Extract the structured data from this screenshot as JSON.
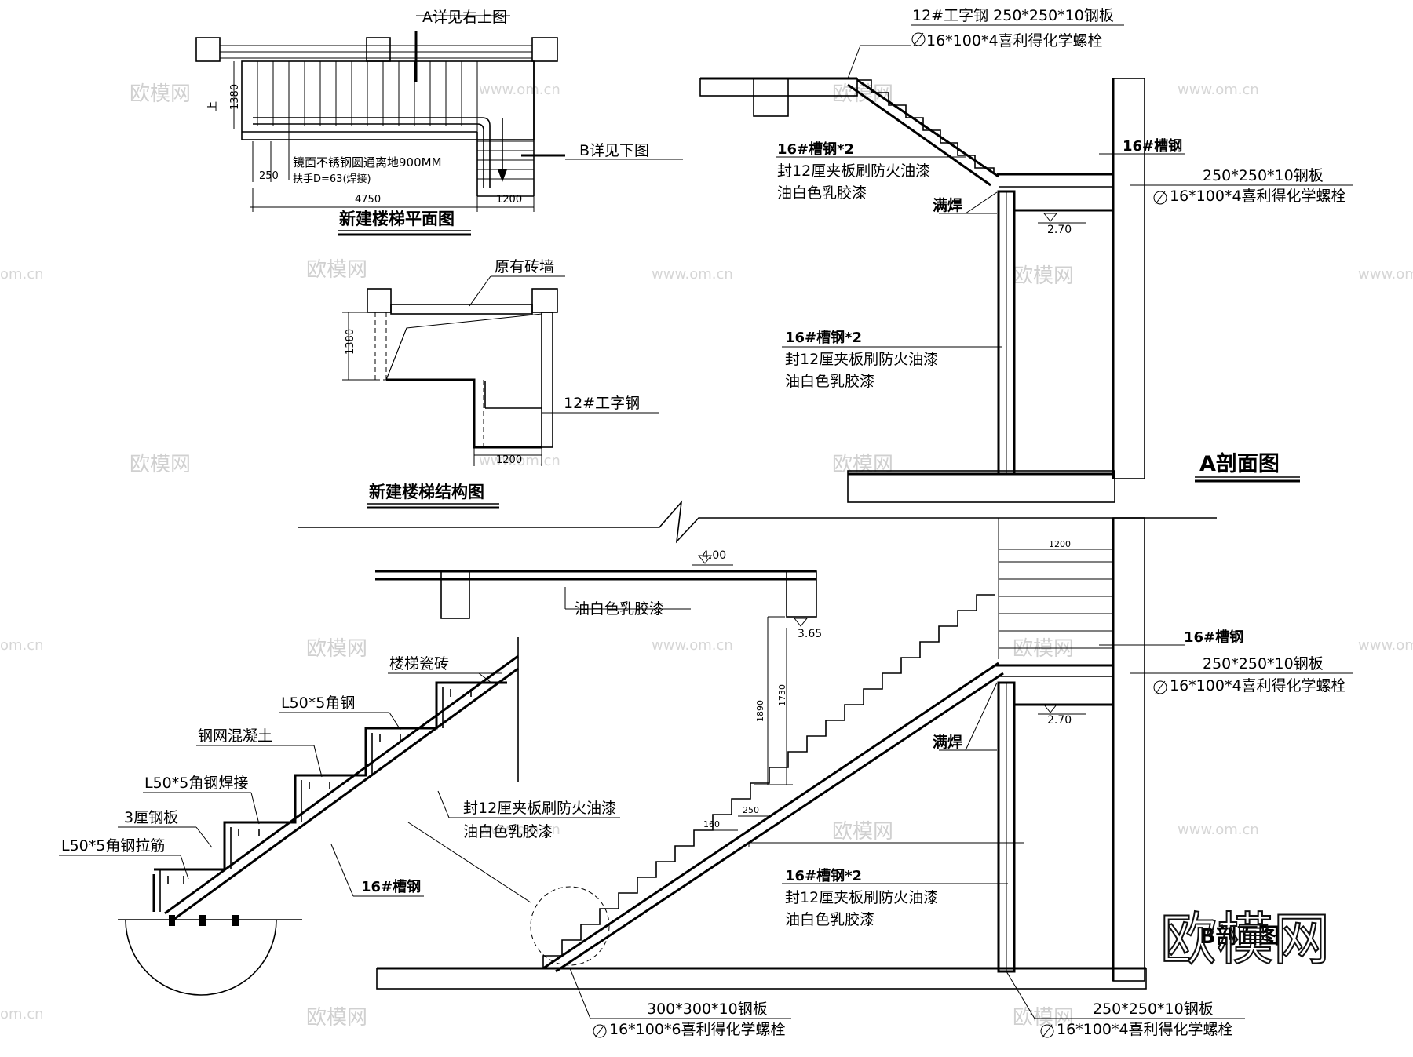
{
  "labels": {
    "plan_detail_a": "A详见右上图",
    "plan_detail_b": "B详见下图",
    "plan_dim_1380": "1380",
    "plan_up": "上",
    "plan_handrail_1": "镜面不锈钢圆通离地900MM",
    "plan_handrail_2": "扶手D=63(焊接)",
    "plan_dim_250": "250",
    "plan_dim_4750": "4750",
    "plan_dim_1200": "1200",
    "plan_title": "新建楼梯平面图",
    "struct_brick": "原有砖墙",
    "struct_dim_1380": "1380",
    "struct_ibeam": "12#工字钢",
    "struct_dim_1200": "1200",
    "struct_title": "新建楼梯结构图",
    "a_top_1": "12#工字钢 250*250*10钢板",
    "a_top_2": "16*100*4喜利得化学螺栓",
    "a_ch_1": "16#槽钢*2",
    "a_ch_2": "封12厘夹板刷防火油漆",
    "a_ch_3": "油白色乳胶漆",
    "a_ch16": "16#槽钢",
    "a_plate": "250*250*10钢板",
    "a_bolt": "16*100*4喜利得化学螺栓",
    "a_weld": "满焊",
    "a_elev": "2.70",
    "a_col_1": "16#槽钢*2",
    "a_col_2": "封12厘夹板刷防火油漆",
    "a_col_3": "油白色乳胶漆",
    "a_title": "A剖面图",
    "b_elev_400": "4.00",
    "b_dim_1200": "1200",
    "b_latex": "油白色乳胶漆",
    "b_elev_365": "3.65",
    "b_dim_1890": "1890",
    "b_dim_1730": "1730",
    "b_ch16": "16#槽钢",
    "b_plate": "250*250*10钢板",
    "b_bolt": "16*100*4喜利得化学螺栓",
    "b_weld": "满焊",
    "b_elev_270": "2.70",
    "b_dim_250": "250",
    "b_dim_160": "160",
    "b_ch_1": "16#槽钢*2",
    "b_ch_2": "封12厘夹板刷防火油漆",
    "b_ch_3": "油白色乳胶漆",
    "b_bottom_plate": "300*300*10钢板",
    "b_bottom_bolt": "16*100*6喜利得化学螺栓",
    "b_right_plate": "250*250*10钢板",
    "b_right_bolt": "16*100*4喜利得化学螺栓",
    "b_title": "B剖面图",
    "d_tile": "楼梯瓷砖",
    "d_angle": "L50*5角钢",
    "d_concrete": "钢网混凝土",
    "d_angle_weld": "L50*5角钢焊接",
    "d_plate3": "3厘钢板",
    "d_angle_tie": "L50*5角钢拉筋",
    "d_board_1": "封12厘夹板刷防火油漆",
    "d_board_2": "油白色乳胶漆",
    "d_ch16": "16#槽钢"
  },
  "watermark": {
    "logo": "欧模网",
    "domain": "www.om.cn",
    "domain_short": "om.cn",
    "corner_logo": "欧模网"
  }
}
